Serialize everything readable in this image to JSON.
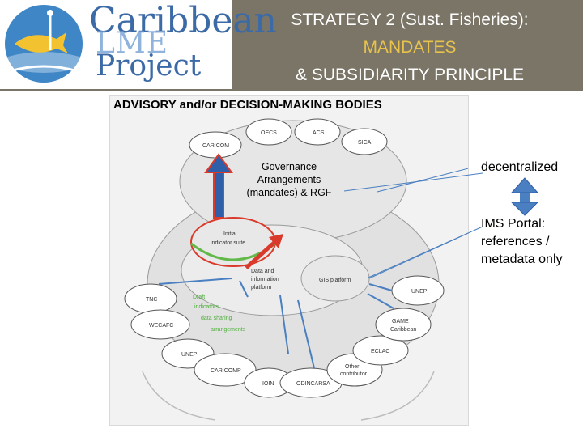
{
  "header": {
    "title_line1": "STRATEGY 2 (Sust. Fisheries):",
    "title_line2": "MANDATES",
    "title_line3": "& SUBSIDIARITY PRINCIPLE"
  },
  "logo": {
    "line1": "Caribbean",
    "line2": "LME",
    "line3": "Project"
  },
  "diagram": {
    "title": "ADVISORY and/or DECISION-MAKING BODIES",
    "governance_label": "Governance Arrangements (mandates) & RGF",
    "inner_nodes": {
      "initial_indicator": "Initial indicator suite",
      "data_platform": "Data and information platform",
      "gis_platform": "GIS platform"
    },
    "top_nodes": [
      "CARICOM",
      "OECS",
      "ACS",
      "SICA"
    ],
    "ring_nodes": [
      "TNC",
      "WECAFC",
      "UNEP",
      "CARICOMP",
      "IOIN",
      "ODINCARSA",
      "Other contributor",
      "ECLAC",
      "GAME Caribbean",
      "UNEP"
    ],
    "green_note": "Draft indicators ... data sharing arrangements"
  },
  "side": {
    "decentralized": "decentralized",
    "ims_portal": "IMS Portal: references / metadata only"
  },
  "colors": {
    "header_bg": "#7a7567",
    "mandates": "#e8c24a",
    "arrow_blue": "#4a7fc1",
    "logo_blue": "#3b6aa7"
  }
}
